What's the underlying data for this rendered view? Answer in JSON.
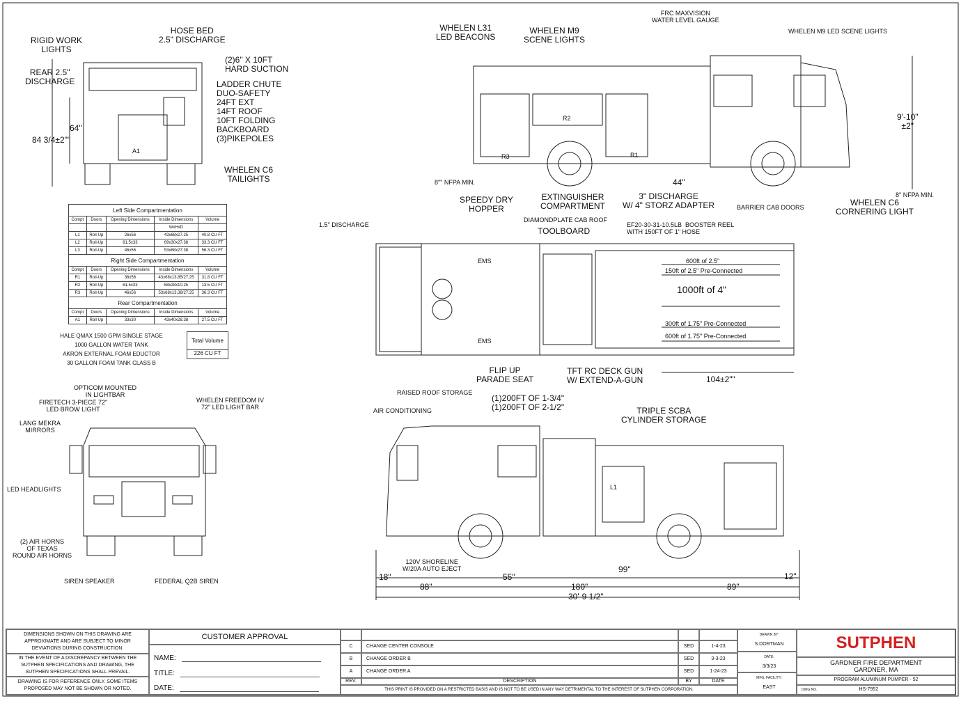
{
  "rear_view": {
    "labels": [
      "RIGID WORK\nLIGHTS",
      "HOSE BED\n2.5\" DISCHARGE",
      "REAR 2.5\"\nDISCHARGE",
      "(2)6\" X 10FT\nHARD SUCTION",
      "LADDER CHUTE\nDUO-SAFETY\n24FT EXT\n14FT ROOF\n10FT FOLDING\nBACKBOARD\n(3)PIKEPOLES",
      "WHELEN C6\nTAILIGHTS"
    ],
    "dims": [
      "64\"",
      "84 3/4±2\"\"",
      "A1"
    ]
  },
  "side_right": {
    "labels": [
      "WHELEN L31\nLED BEACONS",
      "WHELEN M9\nSCENE LIGHTS",
      "FRC MAXVISION\nWATER LEVEL GAUGE",
      "WHELEN M9 LED SCENE LIGHTS",
      "9'-10\"\n±2\"",
      "8\"\" NFPA MIN.",
      "SPEEDY DRY\nHOPPER",
      "EXTINGUISHER\nCOMPARTMENT",
      "44\"",
      "3\" DISCHARGE\nW/ 4\" STORZ ADAPTER",
      "BARRIER CAB DOORS",
      "WHELEN C6\nCORNERING LIGHT",
      "8\" NFPA MIN."
    ],
    "comp": [
      "R1",
      "R2",
      "R3"
    ]
  },
  "top_view": {
    "labels": [
      "1.5\" DISCHARGE",
      "DIAMONDPLATE CAB ROOF",
      "TOOLBOARD",
      "EF20-30-31-10.5LB  BOOSTER REEL\nWITH 150FT OF 1\" HOSE",
      "FLIP UP\nPARADE SEAT",
      "TFT RC DECK GUN\nW/ EXTEND-A-GUN",
      "104±2\"\""
    ],
    "hose": [
      "600ft of 2.5\"",
      "150ft of 2.5\" Pre-Connected",
      "1000ft of 4\"",
      "300ft of 1.75\" Pre-Connected",
      "600ft of 1.75\" Pre-Connected"
    ],
    "ems": [
      "EMS",
      "EMS"
    ]
  },
  "compartments": {
    "left": {
      "title": "Left Side Compartmentation",
      "headers": [
        "Compt",
        "Doors",
        "Opening Dimensions",
        "Inside Dimensions",
        "Volume"
      ],
      "subheader": "WxHxD",
      "rows": [
        [
          "L1",
          "Roll-Up",
          "26x56",
          "43x68x27.25",
          "40.8 CU FT"
        ],
        [
          "L2",
          "Roll-Up",
          "61.5x33",
          "69x30x27.38",
          "33.3 CU FT"
        ],
        [
          "L3",
          "Roll-Up",
          "46x56",
          "53x68x27.38",
          "56.3 CU FT"
        ]
      ]
    },
    "right": {
      "title": "Right Side Compartmentation",
      "headers": [
        "Compt",
        "Doors",
        "Opening Dimensions",
        "Inside Dimensions",
        "Volume"
      ],
      "rows": [
        [
          "R1",
          "Roll-Up",
          "36x56",
          "43x68x13.85/27.25",
          "31.8 CU FT"
        ],
        [
          "R2",
          "Roll-Up",
          "61.5x33",
          "68x28x10.25",
          "13.5 CU FT"
        ],
        [
          "R3",
          "Roll-Up",
          "46x56",
          "53x68x13.38/27.25",
          "36.3 CU FT"
        ]
      ]
    },
    "rear": {
      "title": "Rear Compartmentation",
      "headers": [
        "Compt",
        "Doors",
        "Opening Dimensions",
        "Inside Dimensions",
        "Volume"
      ],
      "rows": [
        [
          "A1",
          "Roll Up",
          "33x30",
          "43x40x28.38",
          "27.5 CU FT"
        ]
      ]
    },
    "total_label": "Total Volume",
    "total_value": "226 CU FT",
    "notes": "HALE QMAX 1500 GPM SINGLE STAGE\n1000 GALLON WATER TANK\nAKRON EXTERNAL FOAM EDUCTOR\n30 GALLON FOAM TANK CLASS B"
  },
  "front_view": {
    "labels": [
      "OPTICOM MOUNTED\nIN LIGHTBAR",
      "FIRETECH 3-PIECE 72\"\nLED BROW LIGHT",
      "WHELEN FREEDOM IV\n72\" LED LIGHT BAR",
      "LANG MEKRA\nMIRRORS",
      "LED HEADLIGHTS",
      "(2) AIR HORNS\nOF TEXAS\nROUND AIR HORNS",
      "SIREN SPEAKER",
      "FEDERAL Q2B SIREN"
    ]
  },
  "side_left": {
    "labels": [
      "RAISED ROOF STORAGE",
      "AIR CONDITIONING",
      "(1)200FT OF 1-3/4\"\n(1)200FT OF 2-1/2\"",
      "TRIPLE SCBA\nCYLINDER STORAGE",
      "120V SHORELINE\nW/20A AUTO EJECT"
    ],
    "dims": [
      "18\"",
      "55\"",
      "99\"",
      "12\"",
      "88\"",
      "180\"",
      "89\"",
      "30'-9 1/2\""
    ],
    "comp": [
      "L1"
    ]
  },
  "title_block": {
    "notes": [
      "DIMENSIONS SHOWN ON THIS DRAWING ARE\nAPPROXIMATE AND ARE SUBJECT TO MINOR\nDEVIATIONS DURING CONSTRUCTION.",
      "IN THE EVENT OF A DISCREPANCY BETWEEN THE\nSUTPHEN SPECIFICATIONS AND DRAWING, THE\nSUTPHEN SPECIFICATIONS SHALL PREVAIL.",
      "DRAWING IS FOR REFERENCE ONLY. SOME ITEMS\nPROPOSED MAY NOT BE SHOWN OR NOTED."
    ],
    "approval_title": "CUSTOMER APPROVAL",
    "name_label": "NAME:",
    "title_label": "TITLE:",
    "date_label": "DATE:",
    "revisions": [
      {
        "rev": "C",
        "desc": "CHANGE CENTER CONSOLE",
        "by": "SED",
        "date": "1-4-23"
      },
      {
        "rev": "B",
        "desc": "CHANGE ORDER B",
        "by": "SED",
        "date": "3-3-23"
      },
      {
        "rev": "A",
        "desc": "CHANGE ORDER A",
        "by": "SED",
        "date": "1-24-23"
      }
    ],
    "rev_header": "REV.",
    "desc_header": "DESCRIPTION",
    "by_header": "BY",
    "date_header": "DATE",
    "disclaimer": "THIS PRINT IS PROVIDED ON A RESTRICTED BASIS AND IS NOT TO BE USED IN ANY WAY DETRIMENTAL TO THE INTEREST OF SUTPHEN CORPORATION.",
    "drawn_by_label": "DRAWN BY:",
    "drawn_by": "S.DORTMAN",
    "date_label2": "DATE:",
    "date": "3/3/23",
    "facility_label": "MFG. FACILITY:",
    "facility": "EAST",
    "logo": "SUTPHEN",
    "brand_color": "#d42020",
    "customer": "GARDNER FIRE DEPARTMENT\nGARDNER, MA",
    "program": "PROGRAM ALUMINUM PUMPER - 52",
    "dwg_label": "DWG NO.",
    "dwg_no": "HS-7952"
  }
}
